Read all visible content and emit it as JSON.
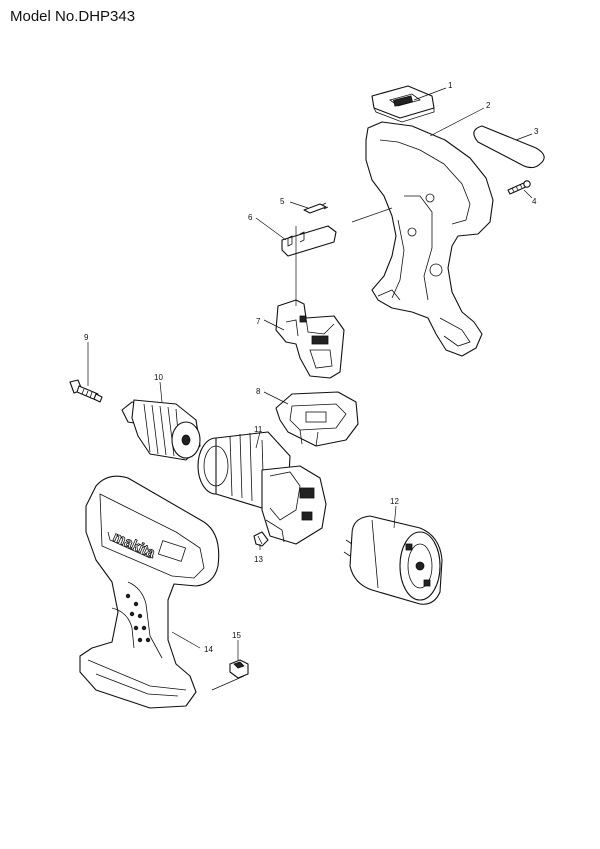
{
  "title": "Model No.DHP343",
  "part_numbers": [
    "1",
    "2",
    "3",
    "4",
    "5",
    "6",
    "7",
    "8",
    "9",
    "10",
    "11",
    "12",
    "13",
    "14",
    "15"
  ],
  "brand_logo": "makita"
}
